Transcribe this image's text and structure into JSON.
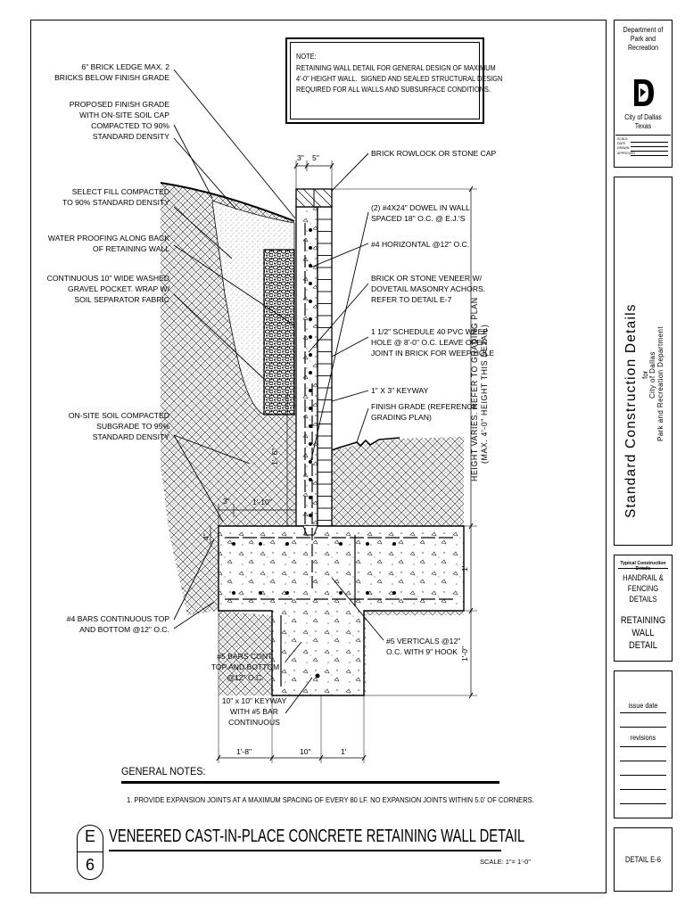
{
  "note": {
    "heading": "NOTE:",
    "lines": [
      "RETAINING WALL DETAIL FOR GENERAL DESIGN OF MAXIMUM",
      "4'-0\" HEIGHT WALL.  SIGNED AND SEALED STRUCTURAL DESIGN",
      "REQUIRED FOR ALL WALLS AND SUBSURFACE CONDITIONS."
    ]
  },
  "left_labels": [
    {
      "name": "brick-ledge-label",
      "lines": [
        "6\" BRICK LEDGE MAX. 2",
        "BRICKS BELOW FINISH GRADE"
      ]
    },
    {
      "name": "proposed-finish-grade-label",
      "lines": [
        "PROPOSED FINISH GRADE",
        "WITH ON-SITE SOIL CAP",
        "COMPACTED TO 90%",
        "STANDARD DENSITY"
      ]
    },
    {
      "name": "select-fill-label",
      "lines": [
        "SELECT FILL COMPACTED",
        "TO 90% STANDARD DENSITY"
      ]
    },
    {
      "name": "water-proofing-label",
      "lines": [
        "WATER PROOFING ALONG BACK",
        "OF RETAINING WALL"
      ]
    },
    {
      "name": "gravel-pocket-label",
      "lines": [
        "CONTINUOUS 10\" WIDE WASHED",
        "GRAVEL POCKET.  WRAP W/",
        "SOIL SEPARATOR FABRIC"
      ]
    },
    {
      "name": "onsite-soil-label",
      "lines": [
        "ON-SITE SOIL COMPACTED",
        "SUBGRADE TO 95%",
        "STANDARD DENSITY"
      ]
    },
    {
      "name": "bars-continuous-label",
      "lines": [
        "#4 BARS CONTINUOUS TOP",
        "AND BOTTOM @12\" O.C."
      ]
    },
    {
      "name": "five-bars-cont-label",
      "lines": [
        "#5 BARS CONT.",
        "TOP AND BOTTOM",
        "@12\" O.C."
      ]
    },
    {
      "name": "keyway-bar-label",
      "lines": [
        "10\" x 10\" KEYWAY",
        "WITH #5 BAR",
        "CONTINUOUS"
      ]
    }
  ],
  "right_labels": [
    {
      "name": "brick-rowlock-label",
      "lines": [
        "BRICK ROWLOCK OR STONE CAP"
      ]
    },
    {
      "name": "dowel-label",
      "lines": [
        "(2) #4X24\" DOWEL IN WALL",
        "SPACED 18\" O.C. @ E.J.'S"
      ]
    },
    {
      "name": "horizontal-bar-label",
      "lines": [
        "#4 HORIZONTAL @12\" O.C."
      ]
    },
    {
      "name": "veneer-label",
      "lines": [
        "BRICK OR STONE VENEER W/",
        "DOVETAIL MASONRY ACHORS.",
        "REFER TO DETAIL E-7"
      ]
    },
    {
      "name": "weep-hole-label",
      "lines": [
        "1 1/2\" SCHEDULE 40 PVC WEEP",
        "HOLE @ 8'-0\" O.C. LEAVE OPEN",
        "JOINT IN BRICK FOR WEEP HOLE"
      ]
    },
    {
      "name": "keyway-label",
      "lines": [
        "1\" X 3\" KEYWAY"
      ]
    },
    {
      "name": "finish-grade-label",
      "lines": [
        "FINISH GRADE (REFERENCE",
        "GRADING PLAN)"
      ]
    },
    {
      "name": "verticals-label",
      "lines": [
        "#5 VERTICALS @12\"",
        "O.C. WITH 9\" HOOK"
      ]
    }
  ],
  "dimensions": {
    "top_3": "3\"",
    "top_5": "5\"",
    "wall_1_6": "1'- 6\"",
    "ledge_3": "3\"",
    "footing_1_10": "1'-10\"",
    "left_4": "4\"",
    "right_1": "1'",
    "right_1_0": "1'-0\"",
    "bottom_1_8": "1'-8\"",
    "bottom_10": "10\"",
    "bottom_1": "1'",
    "height_varies": "HEIGHT VARIES.  REFER TO GRADING PLAN",
    "height_max": "(MAX. 4'-0\" HEIGHT THIS DETAIL)"
  },
  "general_notes": {
    "heading": "GENERAL NOTES:",
    "items": [
      "1.    PROVIDE EXPANSION JOINTS AT A MAXIMUM SPACING OF EVERY 80 LF. NO EXPANSION JOINTS WITHIN 5.0' OF CORNERS."
    ]
  },
  "detail_title": {
    "letter": "E",
    "number": "6",
    "title": "VENEERED CAST-IN-PLACE CONCRETE RETAINING WALL DETAIL",
    "scale": "SCALE:  1\"= 1'-0\""
  },
  "title_block": {
    "department": [
      "Department of",
      "Park and Recreation"
    ],
    "city": [
      "City of Dallas",
      "Texas"
    ],
    "small_fields": [
      "SCALE",
      "DATE",
      "DRAWN",
      "APPROVED"
    ],
    "series_title": "Standard Construction Details",
    "series_for": "for",
    "series_city": "City of Dallas",
    "series_dept": "Park and Recreation Department",
    "typical": "Typical Construction Details",
    "category": [
      "HANDRAIL &",
      "FENCING DETAILS"
    ],
    "sheet_name": [
      "RETAINING",
      "WALL DETAIL"
    ],
    "issue_date": "issue date",
    "revisions": "revisions",
    "detail_no": "DETAIL E-6"
  }
}
